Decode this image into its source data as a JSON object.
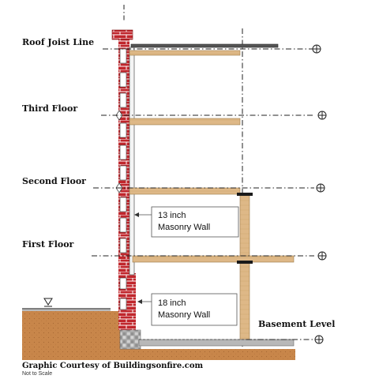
{
  "labels": {
    "roof_joist_line": "Roof Joist Line",
    "third_floor": "Third Floor",
    "second_floor": "Second Floor",
    "first_floor": "First Floor",
    "basement_level": "Basement Level"
  },
  "callouts": {
    "upper_wall": {
      "line1": "13 inch",
      "line2": "Masonry Wall"
    },
    "lower_wall": {
      "line1": "18 inch",
      "line2": "Masonry Wall"
    }
  },
  "credit": "Graphic Courtesy of Buildingsonfire.com",
  "note": "Not to Scale",
  "colors": {
    "brick": "#c0262c",
    "mortar": "#ffffff",
    "joist": "#deb887",
    "earth": "#c8864a",
    "foundation": "#9e9e9e",
    "steel": "#1a1a1a"
  }
}
